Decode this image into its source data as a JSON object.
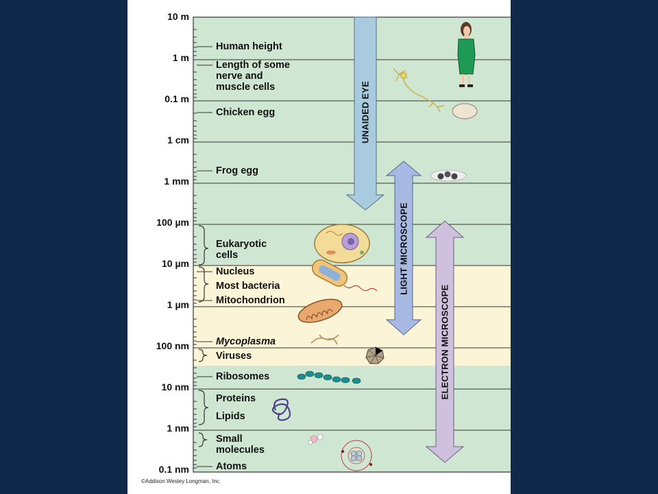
{
  "scale_labels": [
    "10 m",
    "1 m",
    "0.1 m",
    "1 cm",
    "1 mm",
    "100 µm",
    "10 µm",
    "1 µm",
    "100 nm",
    "10 nm",
    "1 nm",
    "0.1 nm"
  ],
  "items": {
    "human_height": "Human height",
    "nerve_line1": "Length of some",
    "nerve_line2": "nerve and",
    "nerve_line3": "muscle cells",
    "chicken_egg": "Chicken egg",
    "frog_egg": "Frog egg",
    "eukaryotic_line1": "Eukaryotic",
    "eukaryotic_line2": "cells",
    "nucleus": "Nucleus",
    "most_bacteria": "Most bacteria",
    "mitochondrion": "Mitochondrion",
    "mycoplasma": "Mycoplasma",
    "viruses": "Viruses",
    "ribosomes": "Ribosomes",
    "proteins": "Proteins",
    "lipids": "Lipids",
    "small_molecules_line1": "Small",
    "small_molecules_line2": "molecules",
    "atoms": "Atoms"
  },
  "ranges": {
    "unaided_eye": "UNAIDED EYE",
    "light_microscope": "LIGHT MICROSCOPE",
    "electron_microscope": "ELECTRON MICROSCOPE"
  },
  "copyright": "©Addison Wesley Longman, Inc.",
  "colors": {
    "page_background": "#10284a",
    "green_band": "#cfe6d2",
    "cream_band": "#fbf4d6",
    "unaided_eye_arrow": "#a9cbe0",
    "light_microscope_arrow": "#a7b9e3",
    "electron_microscope_arrow": "#cfc0dd"
  },
  "icons": [
    "woman-figure-icon",
    "nerve-cell-icon",
    "chicken-egg-icon",
    "frog-eggs-icon",
    "eukaryotic-cell-icon",
    "bacterium-icon",
    "mitochondrion-icon",
    "mycoplasma-icon",
    "virus-icon",
    "ribosomes-icon",
    "protein-icon",
    "small-molecule-icon",
    "atom-icon"
  ]
}
